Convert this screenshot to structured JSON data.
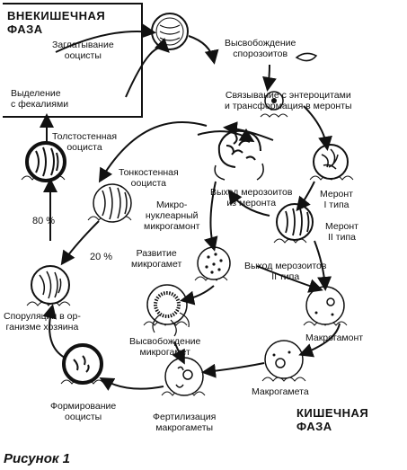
{
  "phases": {
    "extraintestinal": [
      "ВНЕКИШЕЧНАЯ",
      "ФАЗА"
    ],
    "intestinal": [
      "КИШЕЧНАЯ",
      "ФАЗА"
    ]
  },
  "labels": {
    "swallowing": [
      "Заглатывание",
      "ооцисты"
    ],
    "release_sporozoites": [
      "Высвобождение",
      "спорозоитов"
    ],
    "binding": [
      "Связывание с энтероцитами",
      "и трансформация в меронты"
    ],
    "excretion": [
      "Выделение",
      "с фекалиями"
    ],
    "thick_wall": [
      "Толстостенная",
      "ооциста"
    ],
    "thin_wall": [
      "Тонкостенная",
      "ооциста"
    ],
    "merozoite_exit_1": [
      "Выход мерозоитов",
      "из меронта"
    ],
    "meront_1": [
      "Меронт",
      "I типа"
    ],
    "microgamont": [
      "Микро-",
      "нуклеарный",
      "микрогамонт"
    ],
    "meront_2": [
      "Меронт",
      "II типа"
    ],
    "merozoite_exit_2": [
      "Выход мерозоитов",
      "II типа"
    ],
    "microgamete_dev": [
      "Развитие",
      "микрогамет"
    ],
    "sporulation": [
      "Споруляция в ор-",
      "ганизме хозяина"
    ],
    "microgamete_release": [
      "Высвобождение",
      "микрогамет"
    ],
    "macrogamont": [
      "Макрогамонт"
    ],
    "macrogamete": [
      "Макрогамета"
    ],
    "oocyst_formation": [
      "Формирование",
      "ооцисты"
    ],
    "fertilization": [
      "Фертилизация",
      "макрогаметы"
    ]
  },
  "percentages": {
    "p80": "80 %",
    "p20": "20 %"
  },
  "caption": "Рисунок 1",
  "colors": {
    "ink": "#111111",
    "background": "#ffffff"
  }
}
